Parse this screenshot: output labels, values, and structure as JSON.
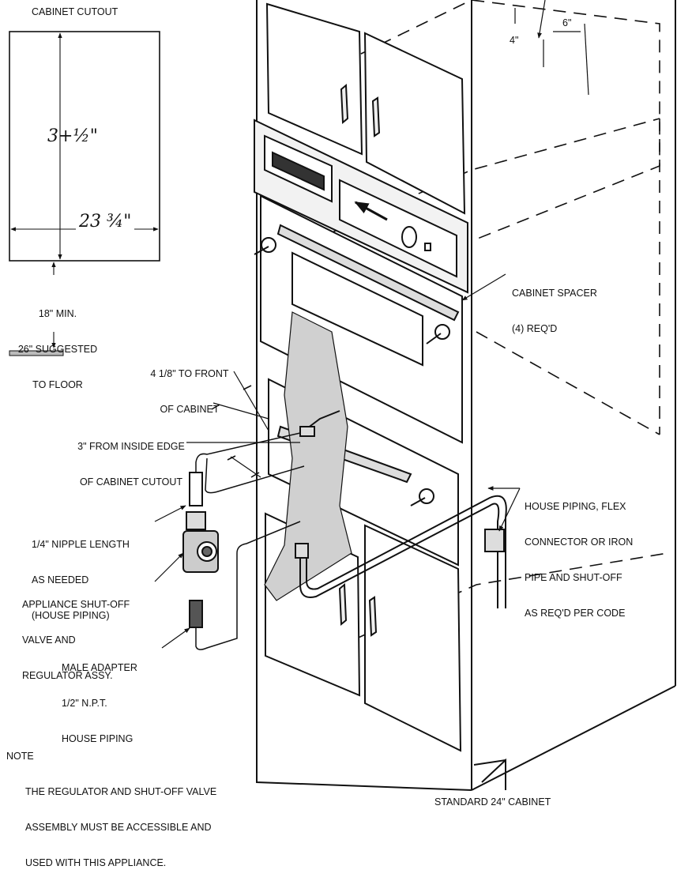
{
  "cutout": {
    "title": "CABINET CUTOUT",
    "height_dim": "3+½\"",
    "width_dim": "23 ¾\"",
    "floor_note": [
      "18\" MIN.",
      "26\" SUGGESTED",
      "TO FLOOR"
    ]
  },
  "dimensions": {
    "top_right": "6\"",
    "top_mid": "4\""
  },
  "labels": {
    "front_offset": [
      "4 1/8\" TO FRONT",
      "OF CABINET"
    ],
    "inside_edge": [
      "3\" FROM INSIDE EDGE",
      "OF CABINET CUTOUT"
    ],
    "nipple": [
      "1/4\" NIPPLE LENGTH",
      "AS NEEDED",
      "(HOUSE PIPING)"
    ],
    "valve": [
      "APPLIANCE SHUT-OFF",
      "VALVE AND",
      "REGULATOR ASSY."
    ],
    "adapter": [
      "MALE ADAPTER",
      "1/2\" N.P.T.",
      "HOUSE PIPING"
    ],
    "spacer": [
      "CABINET SPACER",
      "(4) REQ'D"
    ],
    "house_piping": [
      "HOUSE PIPING, FLEX",
      "CONNECTOR OR IRON",
      "PIPE AND SHUT-OFF",
      "AS REQ'D PER CODE"
    ]
  },
  "note": {
    "heading": "NOTE",
    "lines": [
      "THE REGULATOR AND SHUT-OFF VALVE",
      "ASSEMBLY MUST BE ACCESSIBLE AND",
      "USED WITH THIS APPLIANCE."
    ]
  },
  "caption": "STANDARD 24\" CABINET",
  "colors": {
    "ink": "#111111",
    "panel": "#ffffff",
    "fill": "#f2f2f2"
  }
}
